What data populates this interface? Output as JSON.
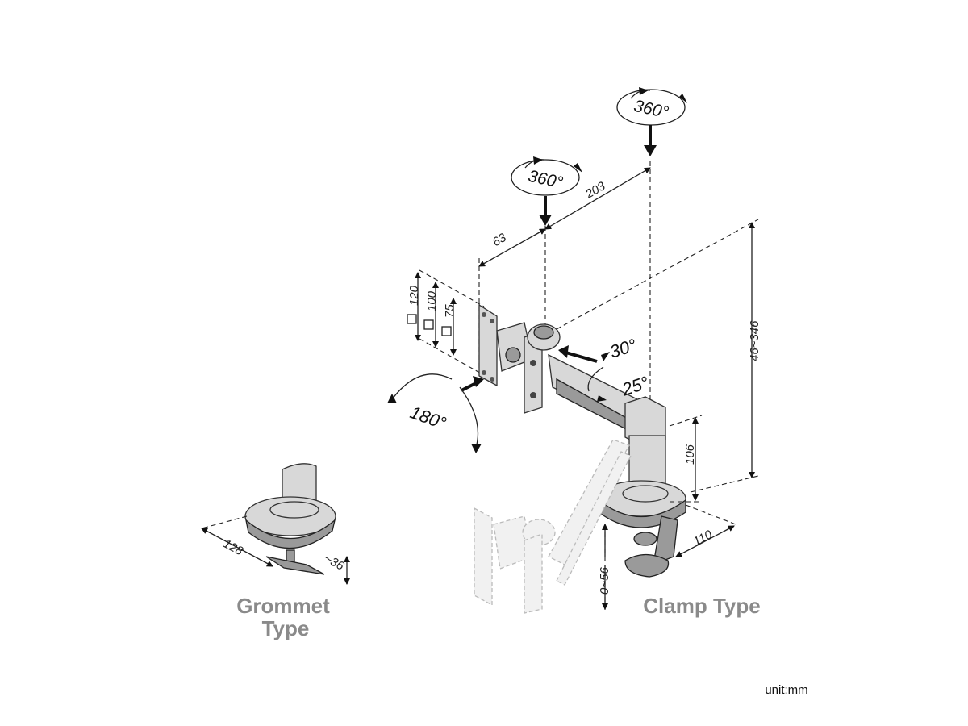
{
  "rotations": {
    "top": "360°",
    "middle": "360°"
  },
  "angles": {
    "tilt_up": "30°",
    "tilt_down": "25°",
    "swivel": "180°"
  },
  "dimensions": {
    "arm_segment_1": "63",
    "arm_segment_2": "203",
    "height_range": "46~346",
    "pole_height": "106",
    "clamp_depth": "110",
    "desk_thickness": "0~56",
    "grommet_base": "128",
    "grommet_thickness": "~36",
    "vesa_120": "120",
    "vesa_100": "100",
    "vesa_75": "75"
  },
  "captions": {
    "grommet_line1": "Grommet",
    "grommet_line2": "Type",
    "clamp": "Clamp Type"
  },
  "unit_label": "unit:mm",
  "colors": {
    "caption_gray": "#8a8a8a",
    "part_fill": "#d8d8d8",
    "ink": "#222222"
  }
}
